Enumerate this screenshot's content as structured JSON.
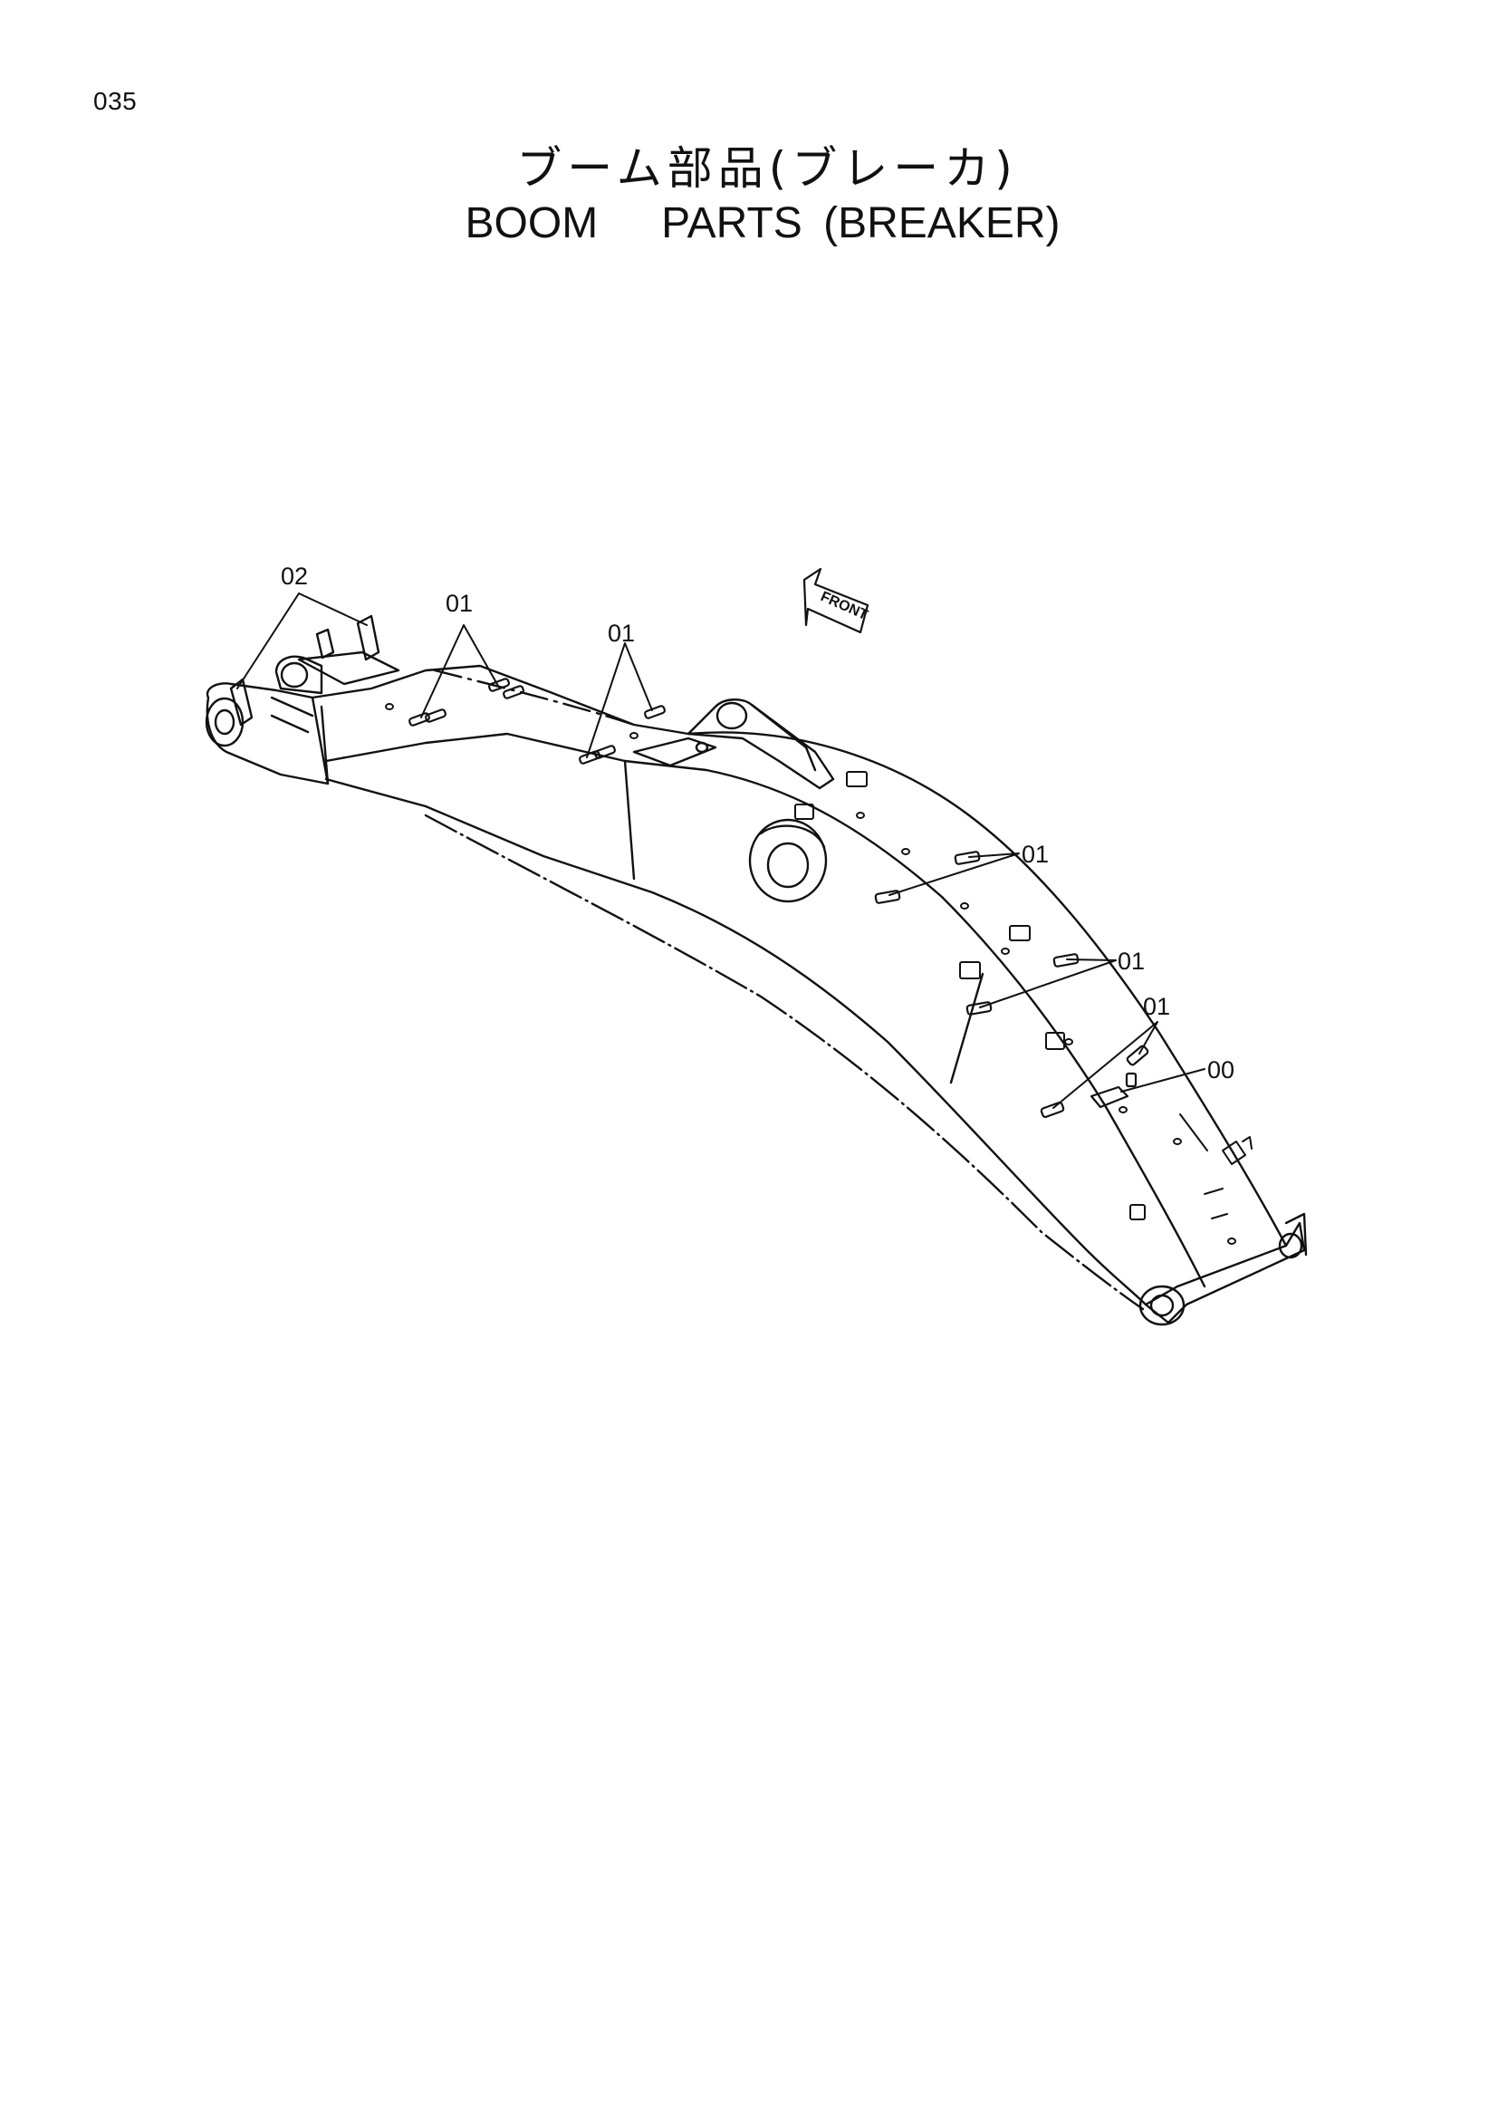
{
  "page": {
    "number": "035"
  },
  "title": {
    "japanese": "ブーム部品(ブレーカ)",
    "english": "BOOM   PARTS (BREAKER)"
  },
  "direction_marker": {
    "label": "FRONT"
  },
  "callouts": [
    {
      "id": "callout-02",
      "label": "02"
    },
    {
      "id": "callout-01-a",
      "label": "01"
    },
    {
      "id": "callout-01-b",
      "label": "01"
    },
    {
      "id": "callout-01-c",
      "label": "01"
    },
    {
      "id": "callout-01-d",
      "label": "01"
    },
    {
      "id": "callout-01-e",
      "label": "01"
    },
    {
      "id": "callout-00",
      "label": "00"
    }
  ],
  "colors": {
    "ink": "#111111",
    "paper": "#ffffff"
  }
}
